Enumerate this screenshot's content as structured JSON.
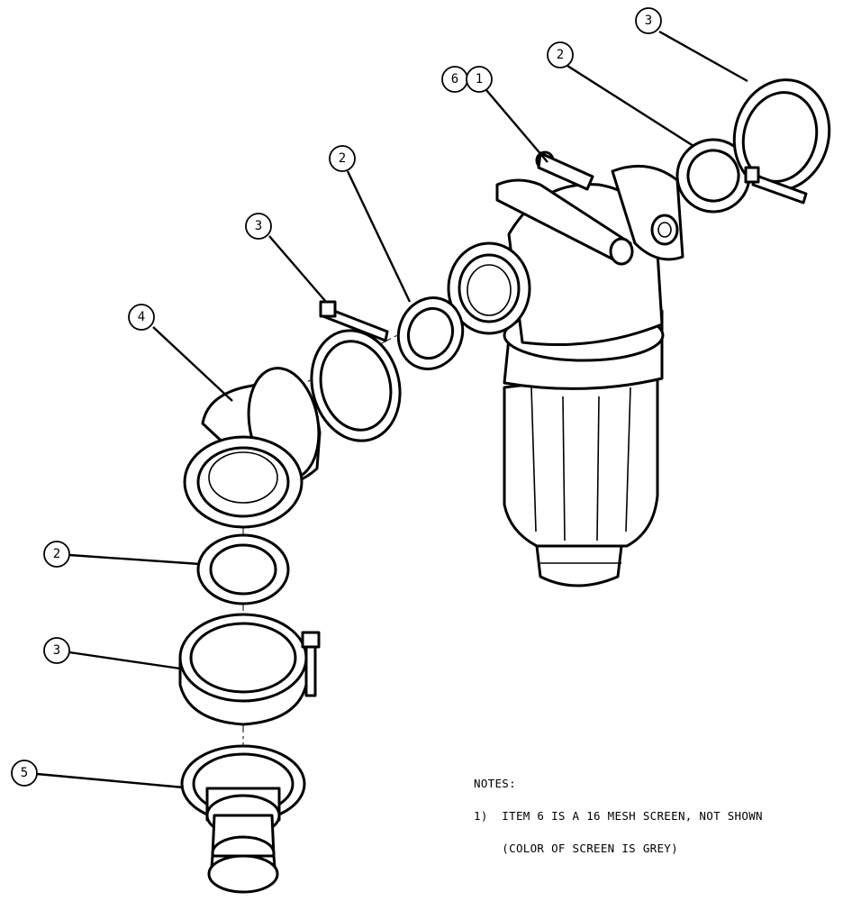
{
  "balloons": {
    "b6": "6",
    "b1": "1",
    "b2_top": "2",
    "b3_top": "3",
    "b2_mid": "2",
    "b3_mid": "3",
    "b4": "4",
    "b2_low": "2",
    "b3_low": "3",
    "b5": "5"
  },
  "notes": {
    "heading": "NOTES:",
    "line1": "1)  ITEM 6 IS A 16 MESH SCREEN, NOT SHOWN",
    "line2": "    (COLOR OF SCREEN IS GREY)"
  }
}
